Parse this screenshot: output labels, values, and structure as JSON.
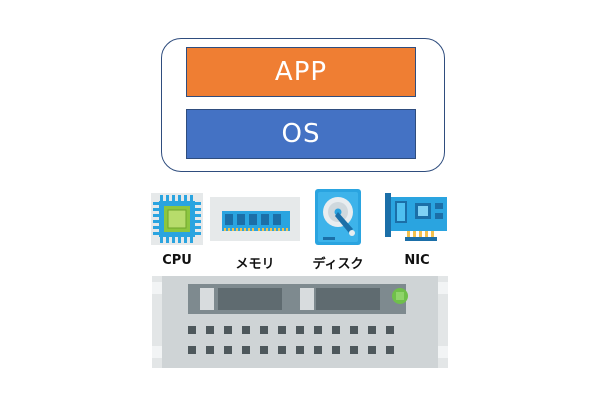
{
  "layers": {
    "app_label": "APP",
    "os_label": "OS"
  },
  "hardware": [
    {
      "name": "cpu",
      "label": "CPU"
    },
    {
      "name": "memory",
      "label": "メモリ"
    },
    {
      "name": "disk",
      "label": "ディスク"
    },
    {
      "name": "nic",
      "label": "NIC"
    }
  ],
  "colors": {
    "app": "#ef7e33",
    "os": "#4472c4",
    "frame_border": "#2f4d7e",
    "hardware_blue": "#2aa4e0",
    "server_gray": "#cfd4d6",
    "power_led": "#6fc04a"
  },
  "icons": [
    "cpu-icon",
    "memory-icon",
    "disk-icon",
    "nic-icon",
    "server-rack-icon"
  ]
}
